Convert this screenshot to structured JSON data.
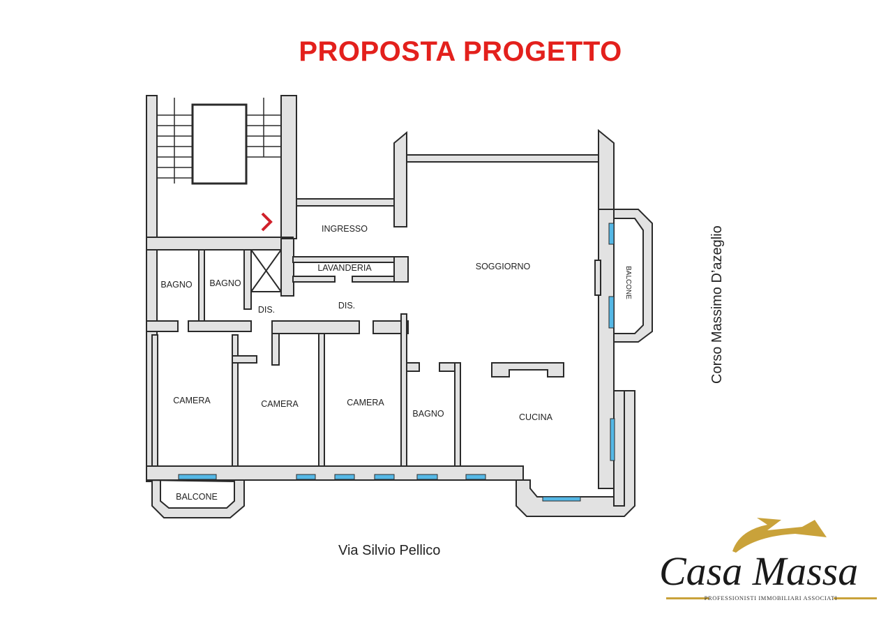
{
  "title": "PROPOSTA PROGETTO",
  "rooms": {
    "ingresso": "INGRESSO",
    "lavanderia": "LAVANDERIA",
    "soggiorno": "SOGGIORNO",
    "balcone_right": "BALCONE",
    "bagno_1": "BAGNO",
    "bagno_2": "BAGNO",
    "dis_1": "DIS.",
    "dis_2": "DIS.",
    "camera_1": "CAMERA",
    "camera_2": "CAMERA",
    "camera_3": "CAMERA",
    "bagno_3": "BAGNO",
    "cucina": "CUCINA",
    "balcone_left": "BALCONE"
  },
  "streets": {
    "bottom": "Via Silvio Pellico",
    "right": "Corso Massimo D’azeglio"
  },
  "logo": {
    "name": "Casa Massa",
    "tagline": "Professionisti Immobiliari Associati"
  },
  "colors": {
    "title": "#e3201c",
    "window": "#55b8e6",
    "wall": "#e2e2e2",
    "entry_marker": "#d0202a",
    "logo_gold": "#c9a23a"
  }
}
